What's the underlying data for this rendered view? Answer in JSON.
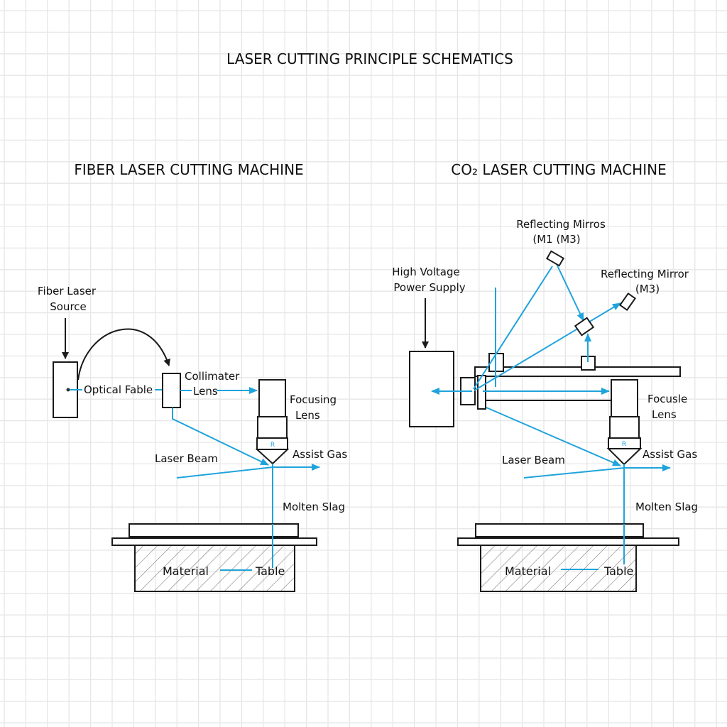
{
  "title": "LASER CUTTING PRINCIPLE SCHEMATICS",
  "colors": {
    "beam": "#1fa3dc",
    "line": "#1a1a1a",
    "grid": "#e6e6e6"
  },
  "fiber": {
    "heading": "FIBER LASER CUTTING MACHINE",
    "source_label": [
      "Fiber Laser",
      "Source"
    ],
    "cable_label": "Optical Fable",
    "collimator_label": [
      "Collimater",
      "Lens"
    ],
    "focusing_label": [
      "Focusing",
      "Lens"
    ],
    "assist_gas_label": "Assist Gas",
    "laser_beam_label": "Laser Beam",
    "molten_slag_label": "Molten Slag",
    "material_label": "Material",
    "table_label": "Table"
  },
  "co2": {
    "heading": "CO₂ LASER CUTTING MACHINE",
    "mirrors_label": [
      "Reflecting Mirros",
      "(M1 (M3)"
    ],
    "mirror_label": [
      "Reflecting Mirror",
      "(M3)"
    ],
    "power_label": [
      "High Voltage",
      "Power Supply"
    ],
    "focusing_label": [
      "Focusle",
      "Lens"
    ],
    "assist_gas_label": "Assist Gas",
    "laser_beam_label": "Laser Beam",
    "molten_slag_label": "Molten Slag",
    "material_label": "Material",
    "table_label": "Table"
  }
}
